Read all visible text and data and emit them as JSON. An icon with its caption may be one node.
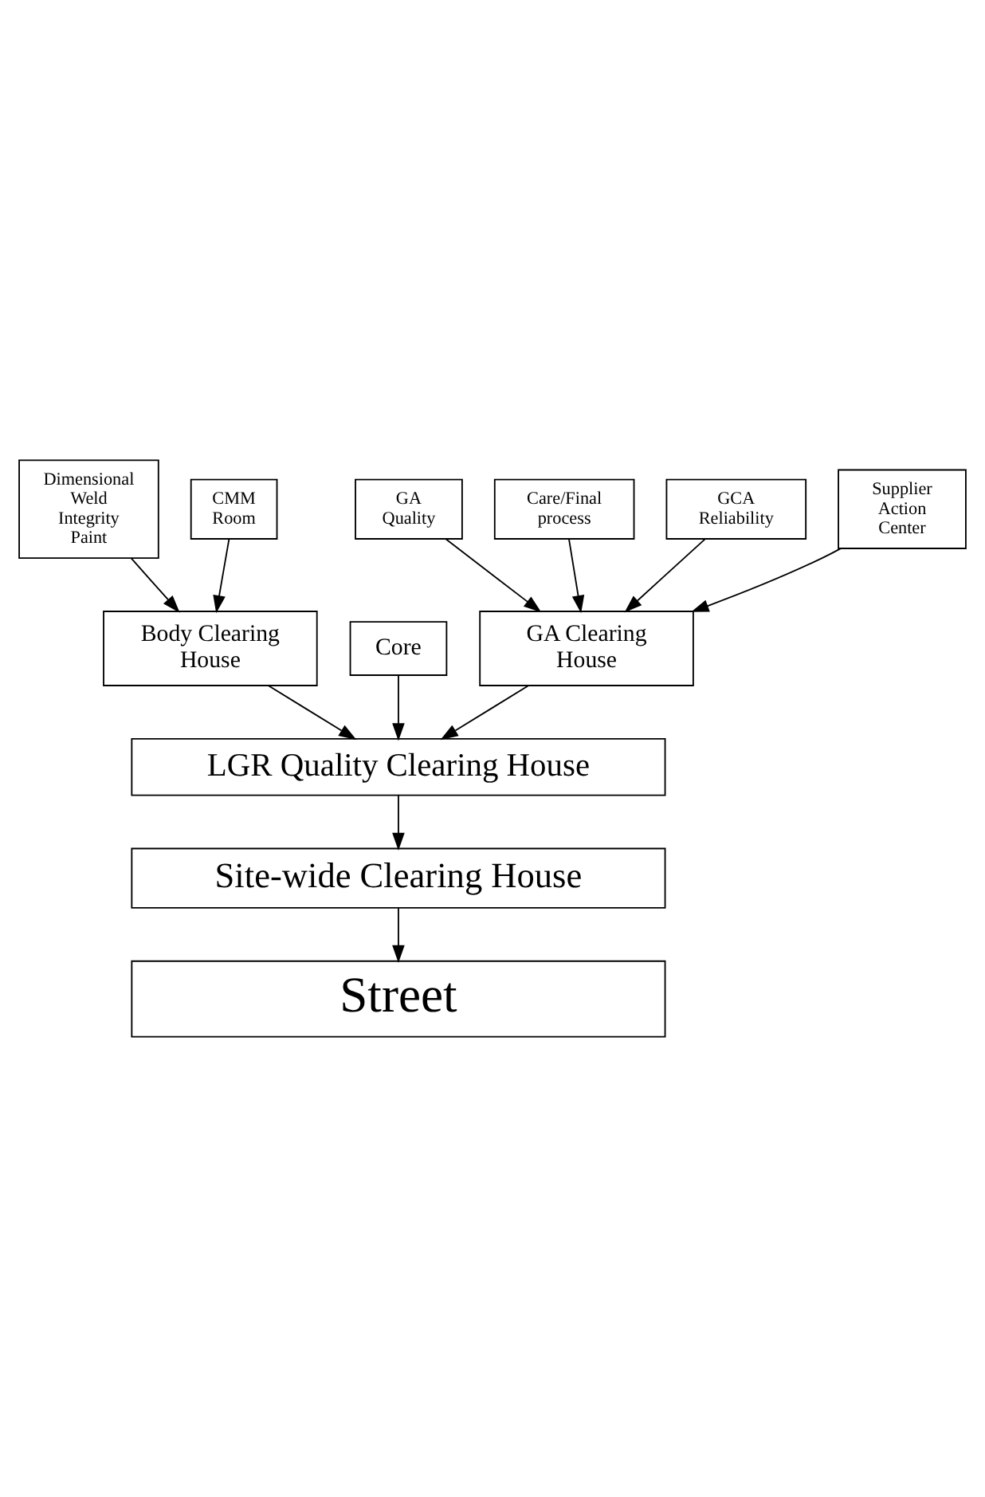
{
  "diagram": {
    "nodes": [
      {
        "text": [
          "Dimensional Weld Integrity Paint"
        ]
      },
      {
        "text": [
          "CMM Room"
        ]
      },
      {
        "text": [
          "GA Quality"
        ]
      },
      {
        "text": [
          "Care/Final process"
        ]
      },
      {
        "text": [
          "GCA Reliability"
        ]
      },
      {
        "text": [
          "Supplier Action Center"
        ]
      },
      {
        "text": [
          "Body Clearing House"
        ]
      },
      {
        "text": [
          "Core"
        ]
      },
      {
        "text": [
          "GA Clearing House"
        ]
      },
      {
        "text": [
          "LGR Quality Clearing House"
        ]
      },
      {
        "text": [
          "Site-wide Clearing House"
        ]
      },
      {
        "text": [
          "Street"
        ]
      }
    ],
    "edges": [
      {
        "from": 0,
        "to": 6,
        "arrow": "to"
      },
      {
        "from": 1,
        "to": 6,
        "arrow": "to"
      },
      {
        "from": 4,
        "to": 8,
        "arrow": "to"
      },
      {
        "from": 2,
        "to": 8,
        "arrow": "to"
      },
      {
        "from": 5,
        "to": 8,
        "arrow": "to"
      },
      {
        "from": 3,
        "to": 8,
        "arrow": "to"
      },
      {
        "from": 6,
        "to": 9,
        "arrow": "to"
      },
      {
        "from": 7,
        "to": 9,
        "arrow": "to"
      },
      {
        "from": 8,
        "to": 9,
        "arrow": "to"
      },
      {
        "from": 9,
        "to": 10,
        "arrow": "to"
      },
      {
        "from": 10,
        "to": 11,
        "arrow": "to"
      }
    ]
  }
}
